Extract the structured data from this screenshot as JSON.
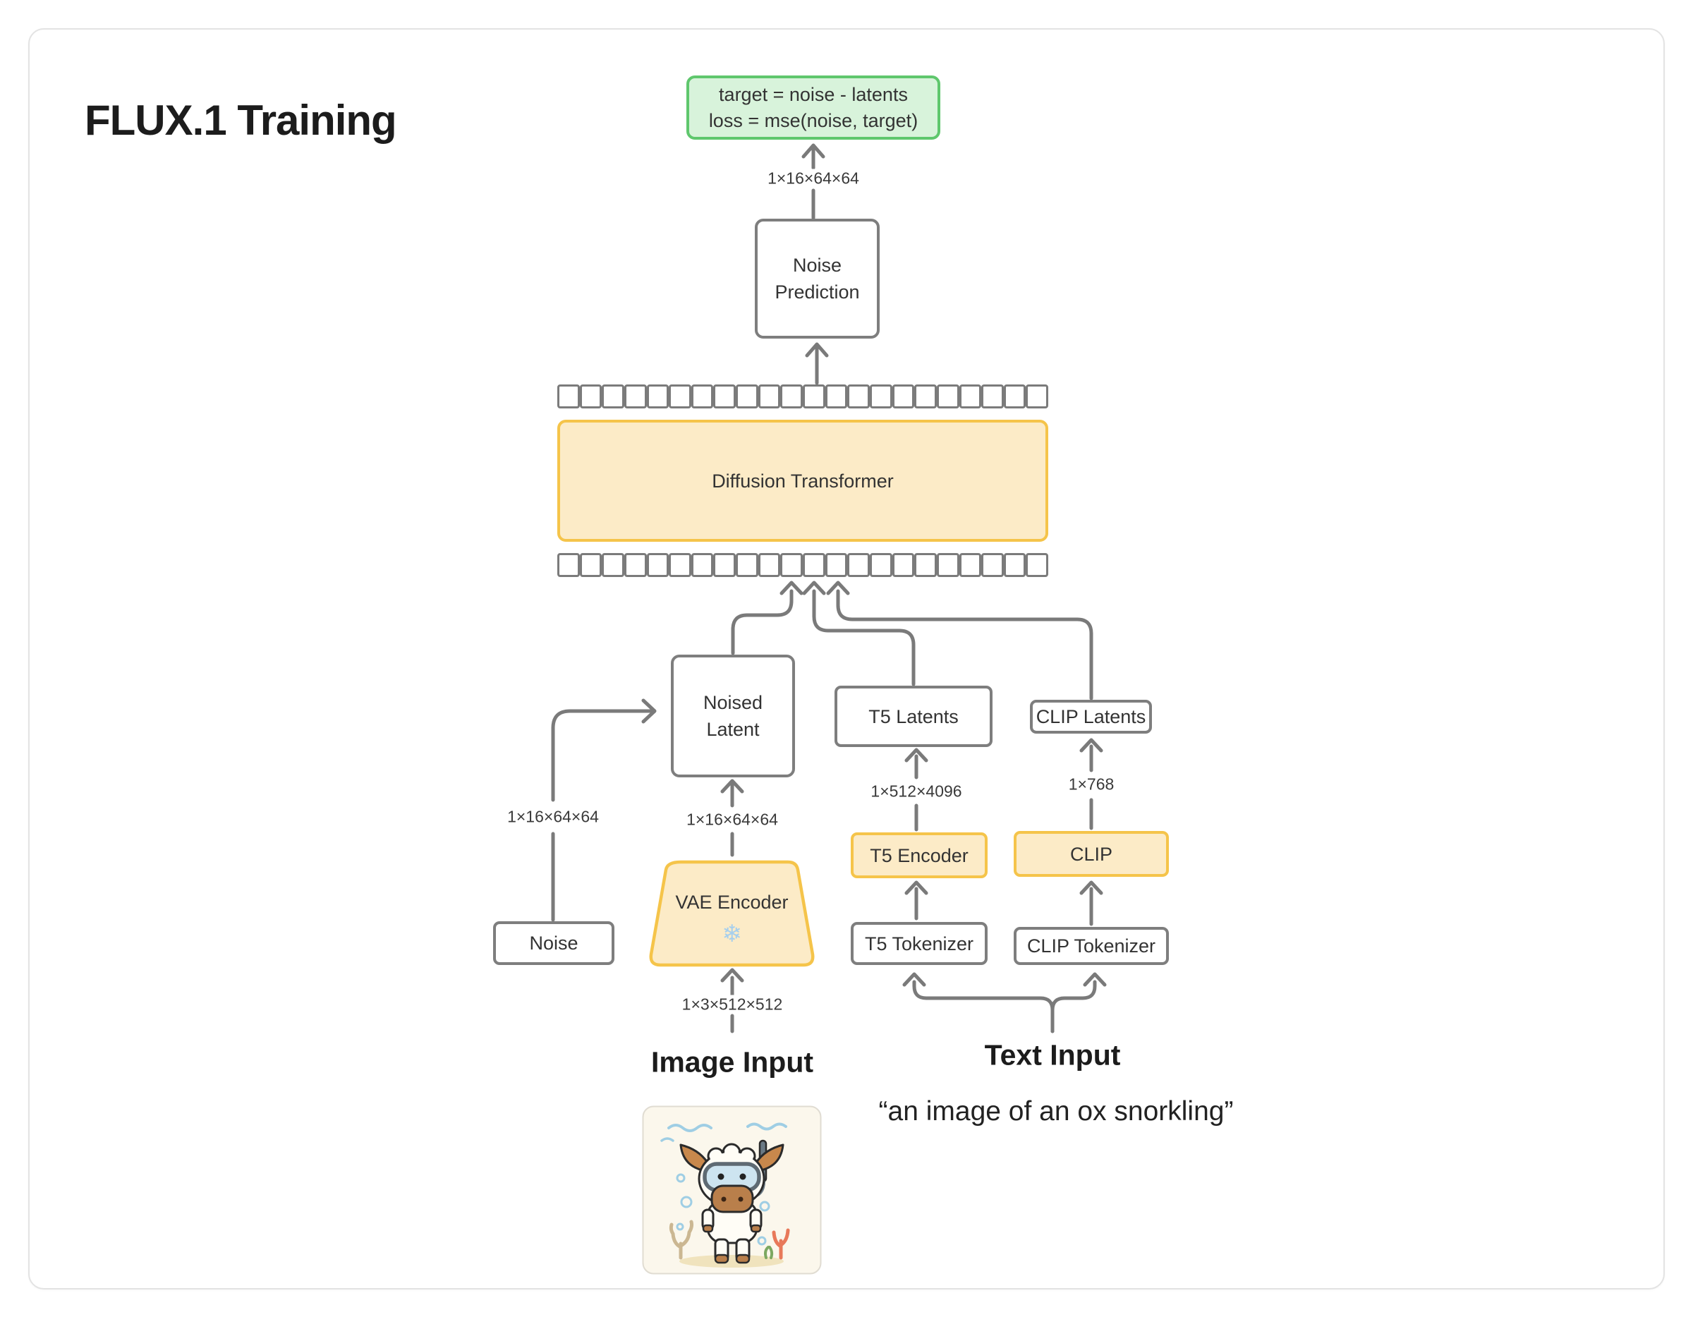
{
  "title": "FLUX.1 Training",
  "loss_box": {
    "line1": "target = noise - latents",
    "line2": "loss = mse(noise, target)"
  },
  "nodes": {
    "noise_prediction": {
      "line1": "Noise",
      "line2": "Prediction"
    },
    "diffusion_transformer": "Diffusion Transformer",
    "noised_latent": {
      "line1": "Noised",
      "line2": "Latent"
    },
    "t5_latents": "T5 Latents",
    "clip_latents": "CLIP Latents",
    "vae_encoder": {
      "label": "VAE Encoder",
      "frozen_icon": "❄"
    },
    "t5_encoder": "T5 Encoder",
    "clip": "CLIP",
    "t5_tokenizer": "T5 Tokenizer",
    "clip_tokenizer": "CLIP Tokenizer",
    "noise": "Noise"
  },
  "dims": {
    "loss_input": "1×16×64×64",
    "noise_branch": "1×16×64×64",
    "vae_out": "1×16×64×64",
    "t5_out": "1×512×4096",
    "clip_out": "1×768",
    "image_in": "1×3×512×512"
  },
  "inputs": {
    "image_heading": "Image Input",
    "text_heading": "Text Input",
    "prompt": "“an image of an ox snorkling”"
  },
  "tokens": {
    "count": 22
  },
  "colors": {
    "highlight_fill": "#fcebc7",
    "highlight_border": "#f5c44a",
    "loss_fill": "#d8f3db",
    "loss_border": "#5fc76d",
    "line_gray": "#7a7a7a",
    "frozen_blue": "#a6cfed"
  }
}
